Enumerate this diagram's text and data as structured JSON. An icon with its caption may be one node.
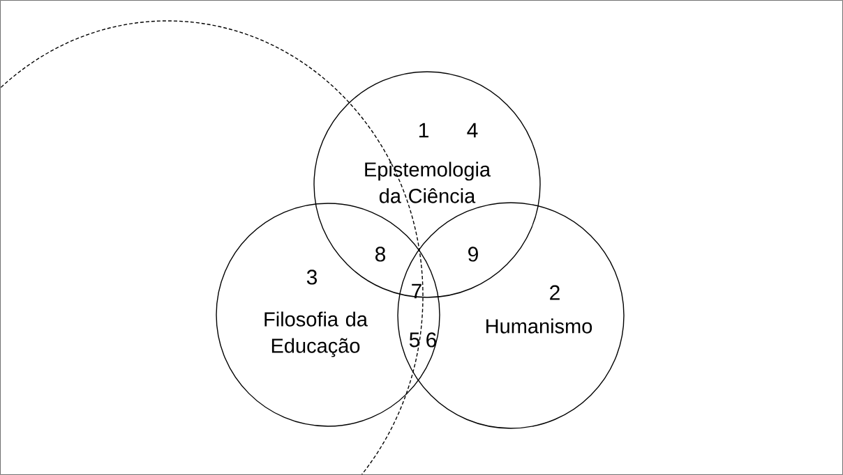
{
  "diagram": {
    "nodes": [
      {
        "text": [
          "Epistemologia da Ciência"
        ]
      },
      {
        "text": [
          "Filosofia da Educação"
        ]
      },
      {
        "text": [
          "Humanismo"
        ]
      },
      {
        "text": [],
        "shape": "circle"
      }
    ],
    "labels": [
      "1",
      "4",
      "8",
      "9",
      "3",
      "7",
      "2",
      "5",
      "6"
    ]
  }
}
